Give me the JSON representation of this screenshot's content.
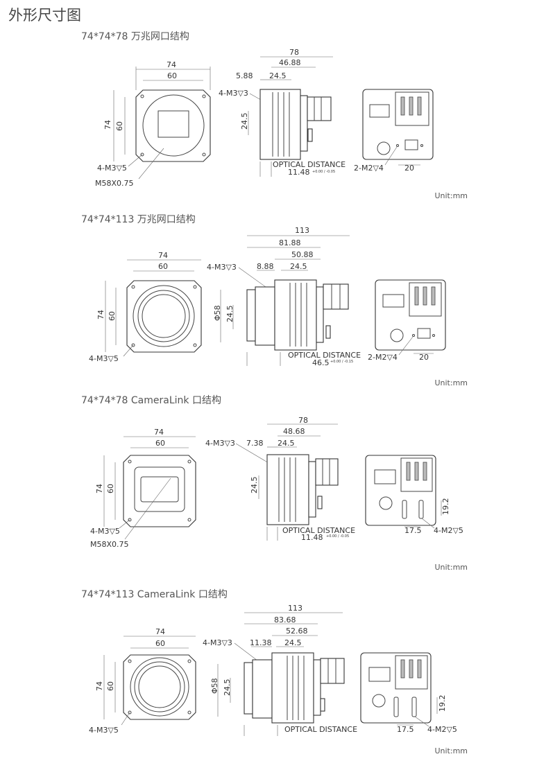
{
  "page_title": "外形尺寸图",
  "unit_label": "Unit:mm",
  "sections": [
    {
      "title": "74*74*78 万兆网口结构",
      "front": {
        "w": "74",
        "inner": "60",
        "h": "74",
        "ih": "60",
        "note1": "4-M3▽5",
        "note2": "M58X0.75"
      },
      "side": {
        "overall": "78",
        "d1": "46.88",
        "d2": "5.88",
        "d3": "24.5",
        "vert": "24.5",
        "screw": "4-M3▽3",
        "optical": "OPTICAL DISTANCE",
        "od": "11.48",
        "tol": "+0.00 / -0.05"
      },
      "back": {
        "note": "2-M2▽4",
        "dim": "20"
      }
    },
    {
      "title": "74*74*113 万兆网口结构",
      "front": {
        "w": "74",
        "inner": "60",
        "h": "74",
        "ih": "60",
        "note1": "4-M3▽5"
      },
      "side": {
        "overall": "113",
        "d1": "81.88",
        "d2": "50.88",
        "d3": "8.88",
        "d4": "24.5",
        "dia": "Φ58",
        "vert": "24.5",
        "screw": "4-M3▽3",
        "optical": "OPTICAL DISTANCE",
        "od": "46.5",
        "tol": "+0.00 / -0.15"
      },
      "back": {
        "note": "2-M2▽4",
        "dim": "20"
      }
    },
    {
      "title": "74*74*78 CameraLink 口结构",
      "front": {
        "w": "74",
        "inner": "60",
        "h": "74",
        "ih": "60",
        "note1": "4-M3▽5",
        "note2": "M58X0.75"
      },
      "side": {
        "overall": "78",
        "d1": "48.68",
        "d2": "7.38",
        "d3": "24.5",
        "vert": "24.5",
        "screw": "4-M3▽3",
        "optical": "OPTICAL DISTANCE",
        "od": "11.48",
        "tol": "+0.00 / -0.05"
      },
      "back": {
        "note": "4-M2▽5",
        "dim1": "17.5",
        "dim2": "19.2"
      }
    },
    {
      "title": "74*74*113 CameraLink 口结构",
      "front": {
        "w": "74",
        "inner": "60",
        "h": "74",
        "ih": "60",
        "note1": "4-M3▽5"
      },
      "side": {
        "overall": "113",
        "d1": "83.68",
        "d2": "52.68",
        "d3": "11.38",
        "d4": "24.5",
        "dia": "Φ58",
        "vert": "24.5",
        "screw": "4-M3▽3",
        "optical": "OPTICAL DISTANCE"
      },
      "back": {
        "note": "4-M2▽5",
        "dim1": "17.5",
        "dim2": "19.2"
      }
    }
  ]
}
